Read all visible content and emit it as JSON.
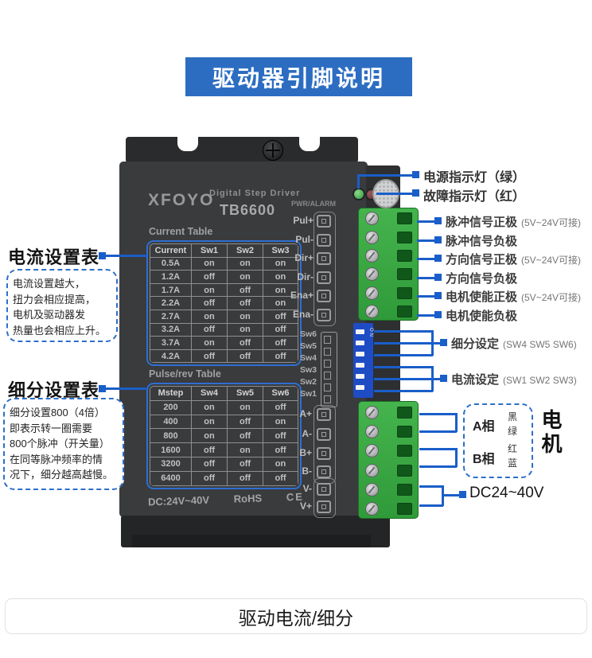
{
  "banner": {
    "title": "驱动器引脚说明"
  },
  "footer": {
    "title": "驱动电流/细分"
  },
  "driver": {
    "brand": "XFOYO",
    "product": "Digital Step Driver",
    "model": "TB6600",
    "pwr_alarm": "PWR/ALARM",
    "cert": {
      "dc": "DC:24V~40V",
      "rohs": "RoHS",
      "ce": "CE"
    },
    "current_table": {
      "title": "Current Table",
      "headers": [
        "Current",
        "Sw1",
        "Sw2",
        "Sw3"
      ],
      "rows": [
        [
          "0.5A",
          "on",
          "on",
          "on"
        ],
        [
          "1.2A",
          "off",
          "on",
          "on"
        ],
        [
          "1.7A",
          "on",
          "off",
          "on"
        ],
        [
          "2.2A",
          "off",
          "off",
          "on"
        ],
        [
          "2.7A",
          "on",
          "on",
          "off"
        ],
        [
          "3.2A",
          "off",
          "on",
          "off"
        ],
        [
          "3.7A",
          "on",
          "off",
          "off"
        ],
        [
          "4.2A",
          "off",
          "off",
          "off"
        ]
      ]
    },
    "pulse_table": {
      "title": "Pulse/rev Table",
      "headers": [
        "Mstep",
        "Sw4",
        "Sw5",
        "Sw6"
      ],
      "rows": [
        [
          "200",
          "on",
          "on",
          "off"
        ],
        [
          "400",
          "on",
          "off",
          "on"
        ],
        [
          "800",
          "on",
          "off",
          "off"
        ],
        [
          "1600",
          "off",
          "on",
          "off"
        ],
        [
          "3200",
          "off",
          "off",
          "on"
        ],
        [
          "6400",
          "off",
          "off",
          "off"
        ]
      ]
    },
    "signal_pins": [
      "Pul+",
      "Pul-",
      "Dir+",
      "Dir-",
      "Ena+",
      "Ena-"
    ],
    "dip_labels": [
      "Sw6",
      "Sw5",
      "Sw4",
      "Sw3",
      "Sw2",
      "Sw1"
    ],
    "power_pins": [
      "A+",
      "A-",
      "B+",
      "B-",
      "V-",
      "V+"
    ],
    "dip_side_text": "ON"
  },
  "left": {
    "current_section": {
      "heading": "电流设置表",
      "note_lines": [
        "电流设置越大，",
        "扭力会相应提高，",
        "电机及驱动器发",
        "热量也会相应上升。"
      ]
    },
    "mstep_section": {
      "heading": "细分设置表",
      "note_lines": [
        "细分设置800（4倍）",
        "即表示转一圈需要",
        "800个脉冲（开关量）",
        "在同等脉冲频率的情",
        "况下，细分越高越慢。"
      ]
    }
  },
  "right": {
    "led_labels": [
      "电源指示灯（绿）",
      "故障指示灯（红）"
    ],
    "signal_labels": [
      {
        "main": "脉冲信号正极",
        "note": "(5V~24V可接)"
      },
      {
        "main": "脉冲信号负极",
        "note": ""
      },
      {
        "main": "方向信号正极",
        "note": "(5V~24V可接)"
      },
      {
        "main": "方向信号负极",
        "note": ""
      },
      {
        "main": "电机使能正极",
        "note": "(5V~24V可接)"
      },
      {
        "main": "电机使能负极",
        "note": ""
      }
    ],
    "dip_groups": [
      {
        "main": "细分设定",
        "note": "(SW4 SW5 SW6)"
      },
      {
        "main": "电流设定",
        "note": "(SW1 SW2 SW3)"
      }
    ],
    "motor": {
      "a_label": "A相",
      "a_colors": [
        "黑",
        "绿"
      ],
      "b_label": "B相",
      "b_colors": [
        "红",
        "蓝"
      ],
      "title": "电机"
    },
    "power_label": "DC24~40V"
  },
  "colors": {
    "banner_bg": "#2c6dc2",
    "callout_blue": "#1a5ec9",
    "table_outline_blue": "#2e6fd2",
    "terminal_green": "#3aa945",
    "dip_switch_blue": "#1e4cc4",
    "led_green": "#3fae46",
    "led_red": "#6b3336",
    "driver_body": "#3a3b3d"
  }
}
